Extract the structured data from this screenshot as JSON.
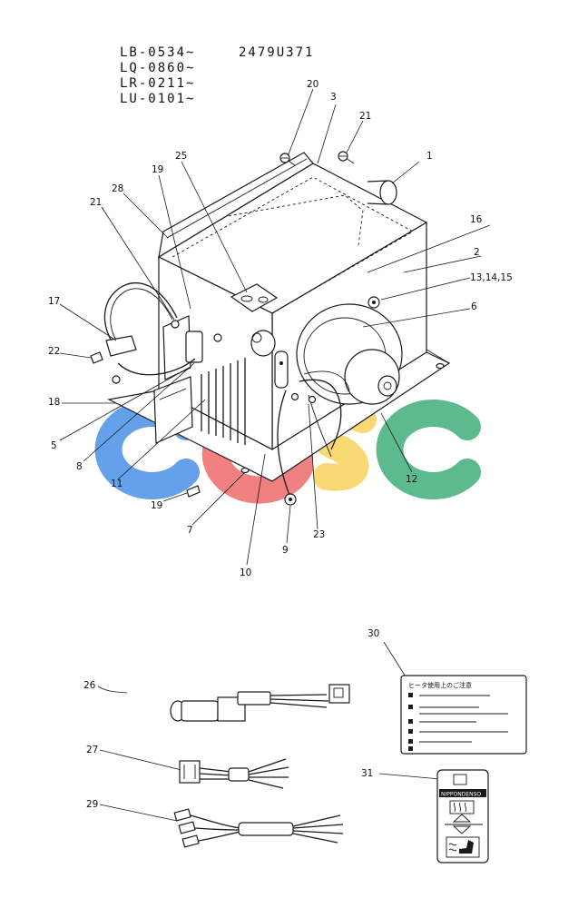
{
  "header": {
    "serial_ranges": [
      "LB-0534~",
      "LQ-0860~",
      "LR-0211~",
      "LU-0101~"
    ],
    "drawing_number": "2479U371"
  },
  "callouts": {
    "c1": "1",
    "c2": "2",
    "c3": "3",
    "c5": "5",
    "c6": "6",
    "c7": "7",
    "c8": "8",
    "c9": "9",
    "c10": "10",
    "c11": "11",
    "c12": "12",
    "c13": "13,14,15",
    "c16": "16",
    "c17": "17",
    "c18": "18",
    "c19a": "19",
    "c19b": "19",
    "c20": "20",
    "c21a": "21",
    "c21b": "21",
    "c22": "22",
    "c23": "23",
    "c25": "25",
    "c26": "26",
    "c27": "27",
    "c28": "28",
    "c29": "29",
    "c30": "30",
    "c31": "31"
  },
  "caution_label": {
    "title": "ヒータ使用上のご注意"
  },
  "brand_label": {
    "brand": "NIPPONDENSO"
  },
  "watermark": {
    "letters": [
      "C",
      "G",
      "S",
      "C"
    ],
    "colors": [
      "#4a8fe8",
      "#ef6a6a",
      "#f7d25a",
      "#3fae7a"
    ]
  }
}
